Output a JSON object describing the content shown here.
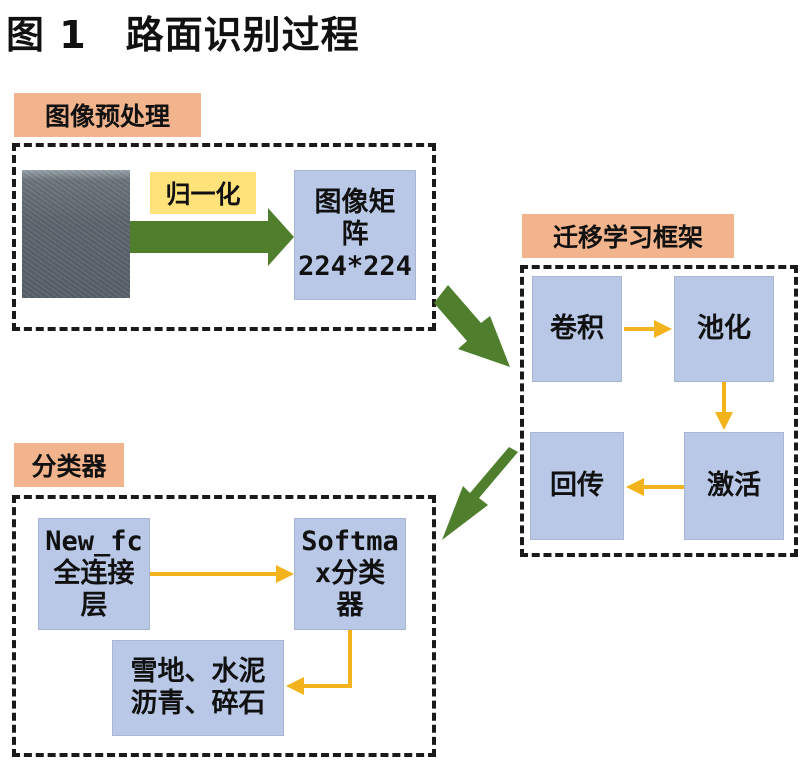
{
  "title": "图 1　路面识别过程",
  "sections": {
    "preprocess": "图像预处理",
    "transfer": "迁移学习框架",
    "classifier": "分类器"
  },
  "preprocess": {
    "normalize_label": "归一化",
    "matrix": "图像矩\n阵\n224*224"
  },
  "transfer": {
    "conv": "卷积",
    "pool": "池化",
    "activate": "激活",
    "backprop": "回传"
  },
  "classifier": {
    "fc": "New_fc\n全连接\n层",
    "softmax": "Softma\nx分类\n器",
    "output": "雪地、水泥\n沥青、碎石"
  },
  "colors": {
    "green_arrow": "#4f7f2c",
    "yellow_arrow": "#f2b31c",
    "node_fill": "#b8c8e6",
    "section_label_fill": "#f2b48c",
    "normalize_fill": "#ffe27a"
  }
}
